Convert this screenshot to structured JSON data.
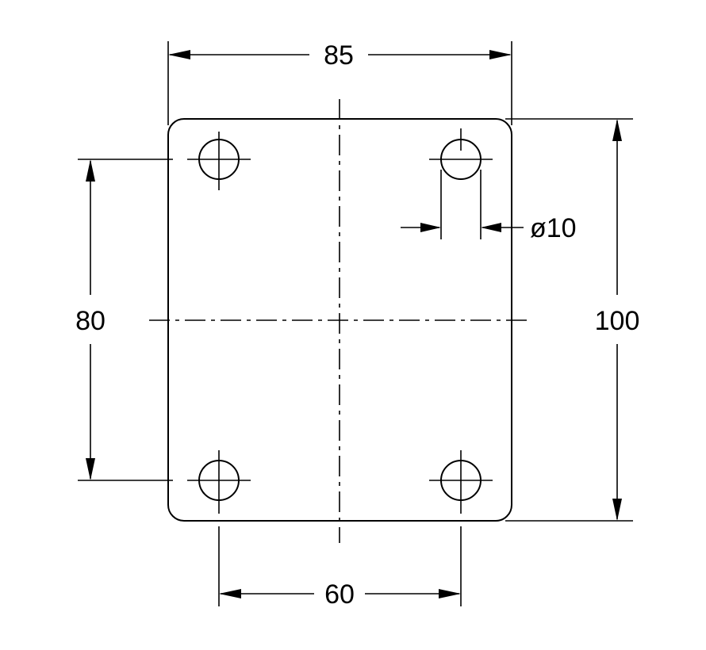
{
  "diagram": {
    "dimensions": {
      "width": "85",
      "height": "100",
      "vertical_hole_spacing": "80",
      "horizontal_hole_spacing": "60",
      "hole_diameter": "ø10"
    },
    "hole_count": 4
  }
}
